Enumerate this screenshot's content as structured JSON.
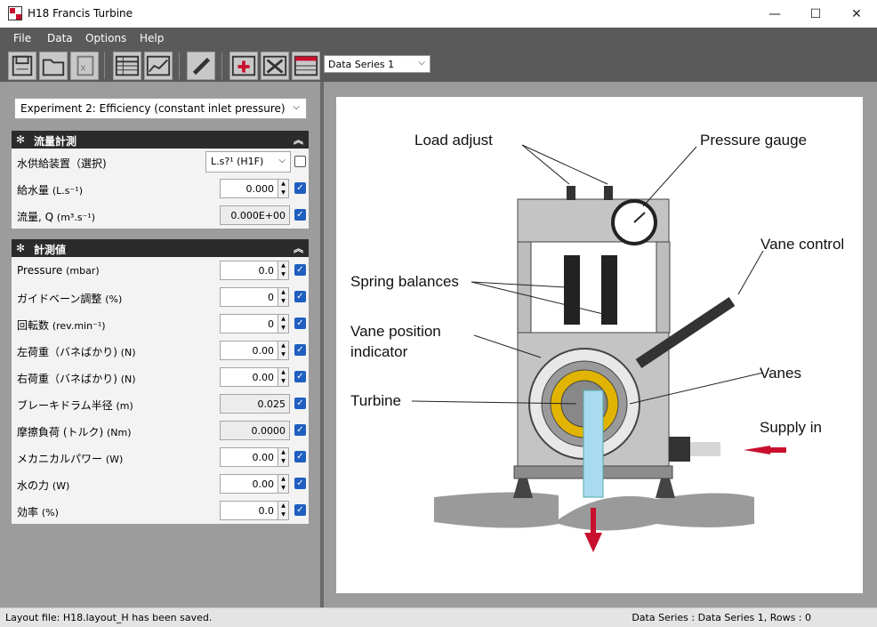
{
  "window": {
    "title": "H18 Francis Turbine"
  },
  "menu": [
    "File",
    "Data",
    "Options",
    "Help"
  ],
  "toolbar": {
    "series_select": "Data Series 1"
  },
  "experiment": {
    "selected": "Experiment 2: Efficiency (constant inlet pressure)"
  },
  "section1": {
    "title": "流量計測",
    "rows": [
      {
        "label": "水供給装置（選択)",
        "value": "L.s?¹ (H1F)"
      },
      {
        "label": "給水量",
        "unit": "(L.s⁻¹)",
        "value": "0.000"
      },
      {
        "label": "流量, Q",
        "unit": "(m³.s⁻¹)",
        "value": "0.000E+00"
      }
    ]
  },
  "section2": {
    "title": "計測値",
    "rows": [
      {
        "label": "Pressure",
        "unit": "(mbar)",
        "value": "0.0"
      },
      {
        "label": "ガイドベーン調整",
        "unit": "(%)",
        "value": "0"
      },
      {
        "label": "回転数",
        "unit": "(rev.min⁻¹)",
        "value": "0"
      },
      {
        "label": "左荷重（バネばかり)",
        "unit": "(N)",
        "value": "0.00"
      },
      {
        "label": "右荷重（バネばかり)",
        "unit": "(N)",
        "value": "0.00"
      },
      {
        "label": "ブレーキドラム半径",
        "unit": "(m)",
        "value": "0.025"
      },
      {
        "label": "摩擦負荷 (トルク)",
        "unit": "(Nm)",
        "value": "0.0000"
      },
      {
        "label": "メカニカルパワー",
        "unit": "(W)",
        "value": "0.00"
      },
      {
        "label": "水の力",
        "unit": "(W)",
        "value": "0.00"
      },
      {
        "label": "効率",
        "unit": "(%)",
        "value": "0.0"
      }
    ]
  },
  "diagram": {
    "labels": {
      "load_adjust": "Load adjust",
      "pressure_gauge": "Pressure gauge",
      "vane_control": "Vane control",
      "spring_balances": "Spring balances",
      "vane_position_1": "Vane position",
      "vane_position_2": "indicator",
      "vanes": "Vanes",
      "turbine": "Turbine",
      "supply_in": "Supply in"
    }
  },
  "status": {
    "left": "Layout file: H18.layout_H has been saved.",
    "right": "Data Series : Data Series 1,  Rows : 0"
  },
  "colors": {
    "chrome": "#5a5a5a",
    "panel": "#9c9c9c",
    "checkbox": "#1f5fbf",
    "accent_red": "#c8102e"
  }
}
